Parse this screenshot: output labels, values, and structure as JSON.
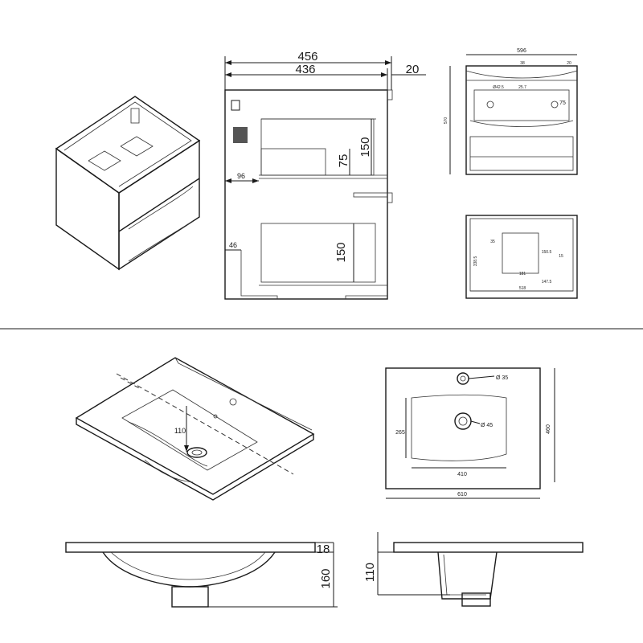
{
  "cabinet_front": {
    "width_total": "456",
    "width_inner": "436",
    "depth_offset": "20",
    "side_offset_upper": "96",
    "side_offset_lower": "46",
    "drawer_upper_height": "150",
    "drawer_upper_sub": "75",
    "drawer_lower_height": "150"
  },
  "cabinet_top": {
    "width": "596",
    "d1": "38",
    "d2": "20",
    "hole": "Ø42.5",
    "d3": "25.7",
    "d4": "75",
    "height": "570"
  },
  "cabinet_section": {
    "d1": "35",
    "d2": "150.5",
    "d3": "15",
    "d4": "338.5",
    "d5": "181",
    "d6": "147.5",
    "d7": "518"
  },
  "basin_perspective": {
    "depth": "110"
  },
  "basin_top": {
    "tap_hole": "Ø 35",
    "waste": "Ø 45",
    "bowl_depth": "265",
    "bowl_width": "410",
    "width": "610",
    "depth": "460"
  },
  "basin_front": {
    "thickness": "18",
    "height": "160"
  },
  "basin_side": {
    "depth": "110"
  }
}
